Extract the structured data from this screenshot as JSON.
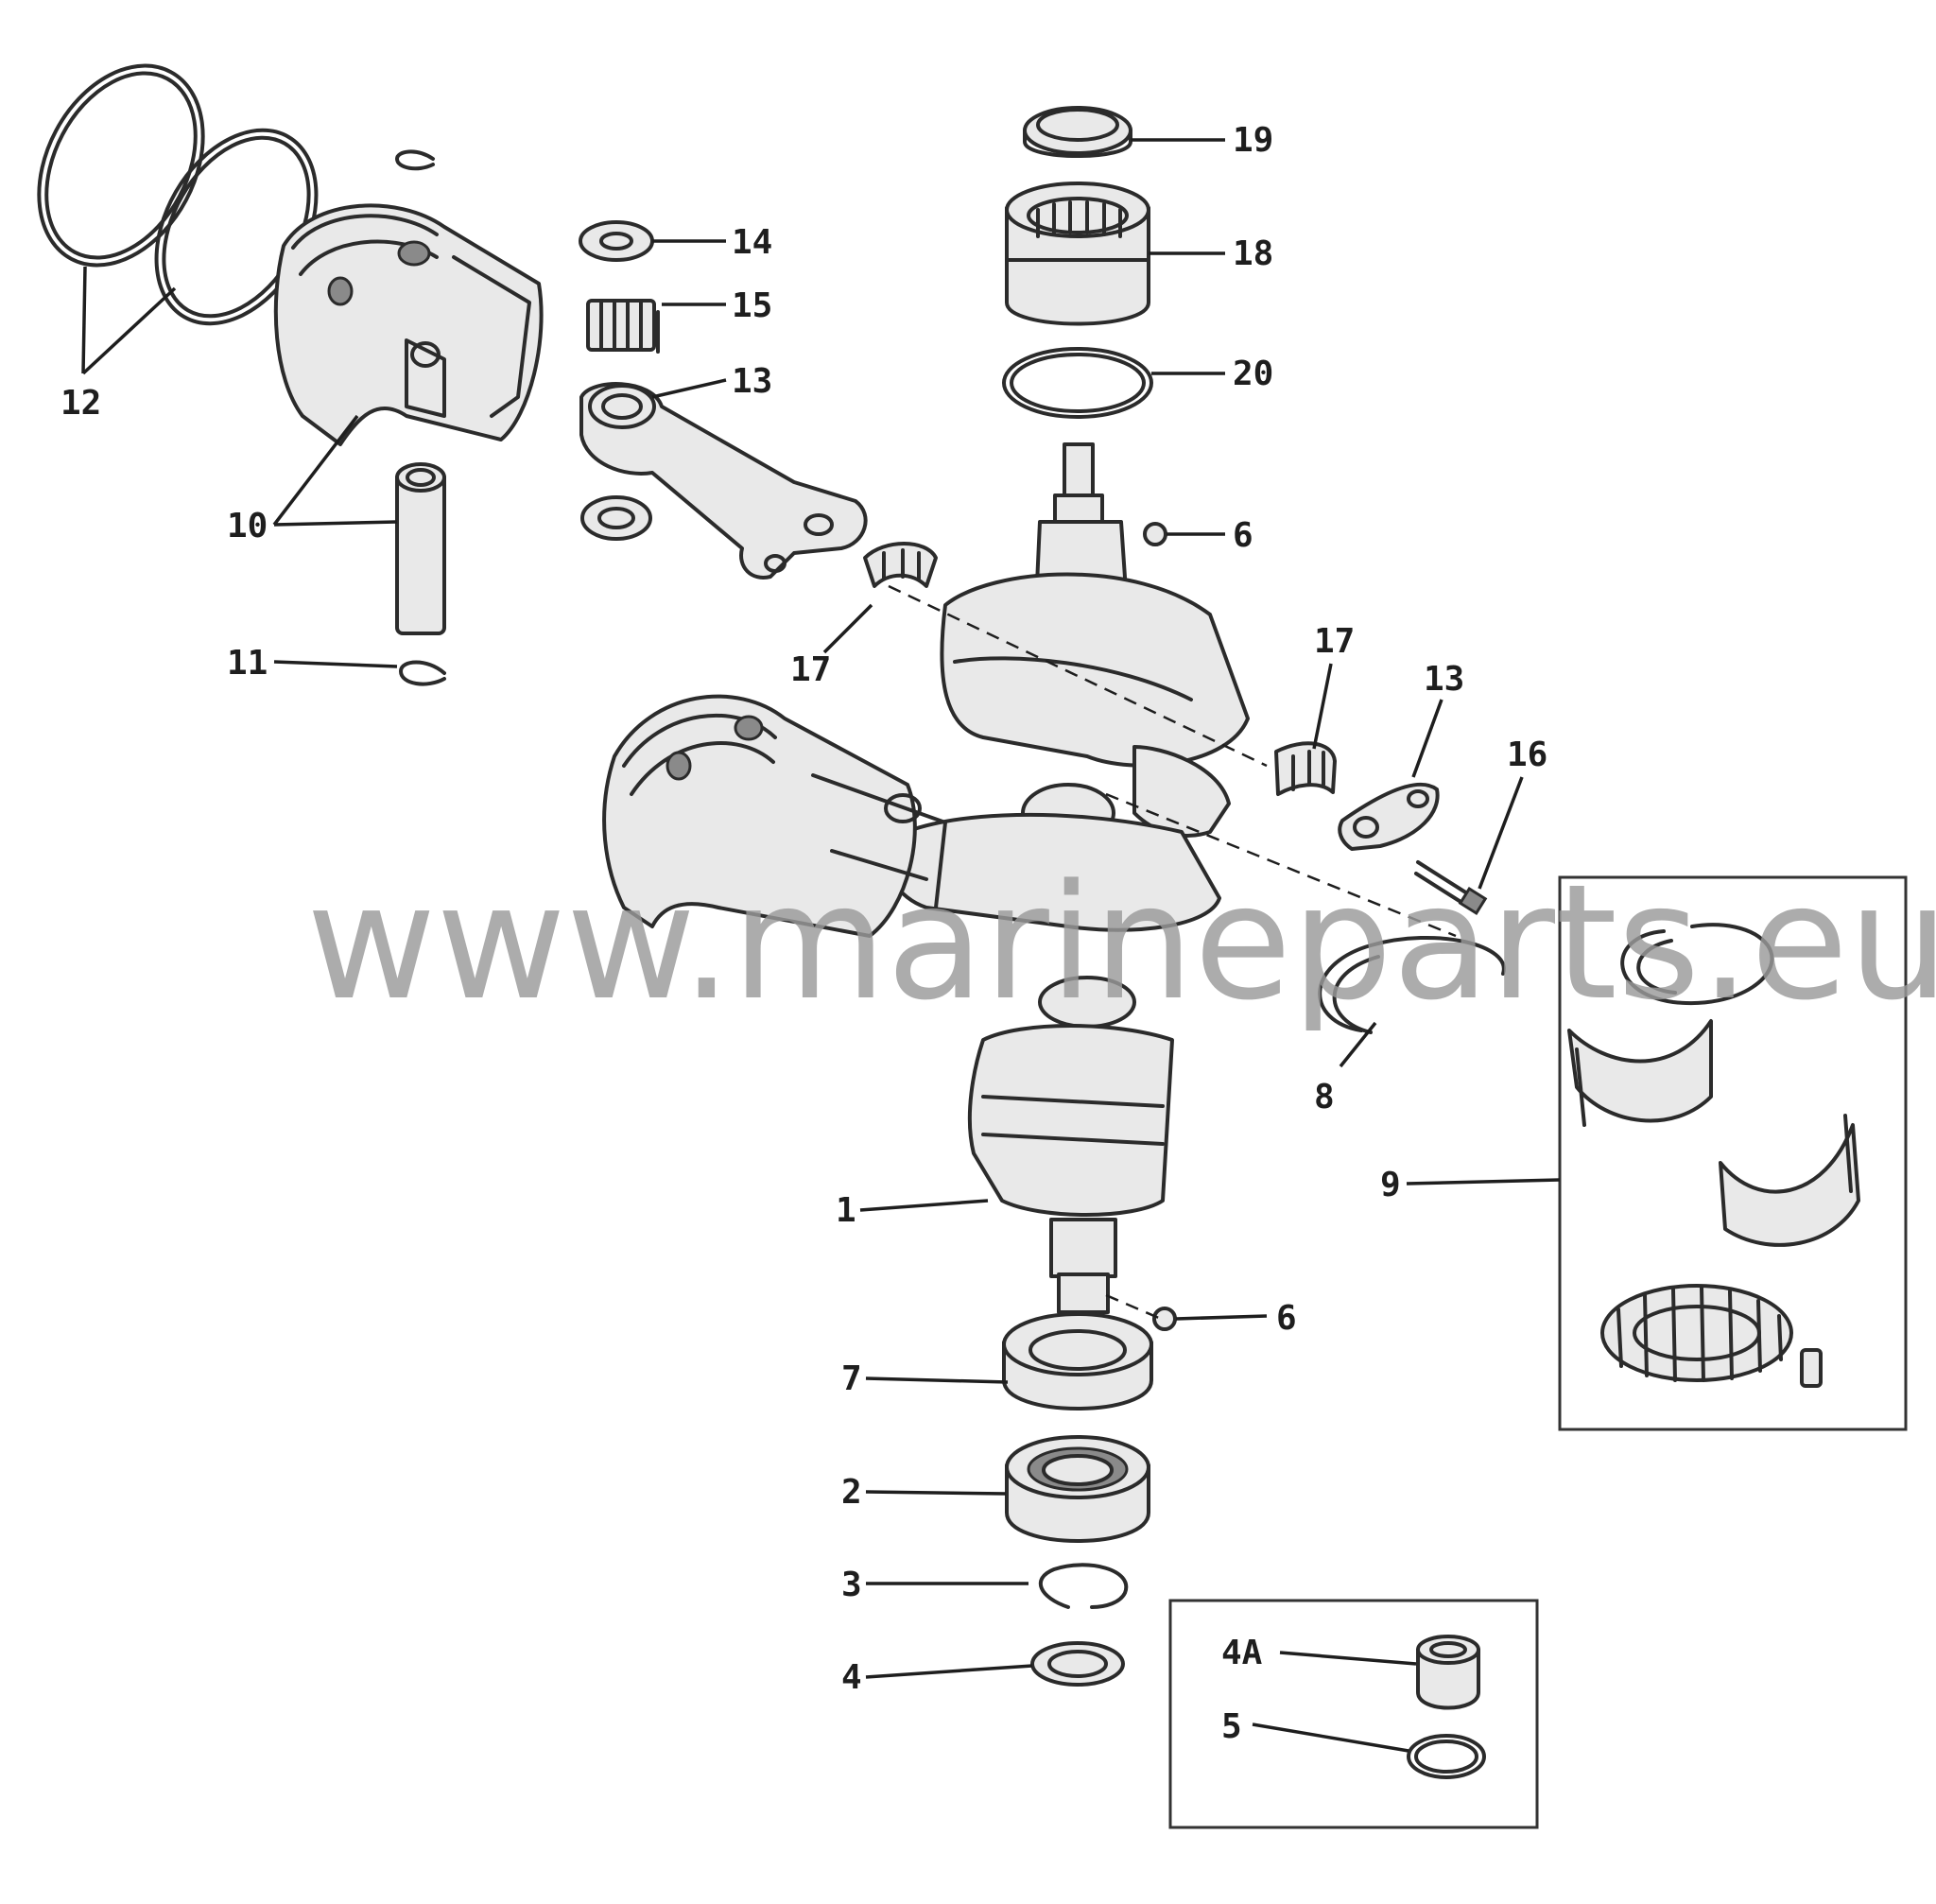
{
  "watermark": "www.marineparts.eu",
  "callouts": {
    "c1": "1",
    "c2": "2",
    "c3": "3",
    "c4": "4",
    "c4a": "4A",
    "c5": "5",
    "c6a": "6",
    "c6b": "6",
    "c7": "7",
    "c8": "8",
    "c9": "9",
    "c10": "10",
    "c11": "11",
    "c12": "12",
    "c13a": "13",
    "c13b": "13",
    "c14": "14",
    "c15": "15",
    "c16": "16",
    "c17a": "17",
    "c17b": "17",
    "c18": "18",
    "c19": "19",
    "c20": "20"
  }
}
